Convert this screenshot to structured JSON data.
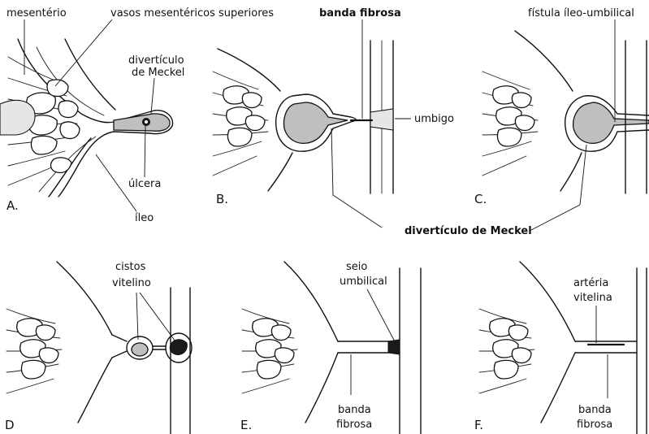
{
  "labels": {
    "a_mesenterio": "mesentério",
    "a_vasos": "vasos mesentéricos superiores",
    "a_diverticulo_1": "divertículo",
    "a_diverticulo_2": "de Meckel",
    "a_ulcera": "úlcera",
    "a_ileo": "íleo",
    "b_banda": "banda fibrosa",
    "b_umbigo": "umbigo",
    "c_fistula": "fístula íleo-umbilical",
    "bc_diverticulo": "divertículo de Meckel",
    "d_cistos_1": "cistos",
    "d_cistos_2": "vitelino",
    "e_seio_1": "seio",
    "e_seio_2": "umbilical",
    "e_banda_1": "banda",
    "e_banda_2": "fibrosa",
    "f_arteria_1": "artéria",
    "f_arteria_2": "vitelina",
    "f_banda_1": "banda",
    "f_banda_2": "fibrosa"
  },
  "panels": {
    "a": "A.",
    "b": "B.",
    "c": "C.",
    "d": "D",
    "e": "E.",
    "f": "F."
  }
}
